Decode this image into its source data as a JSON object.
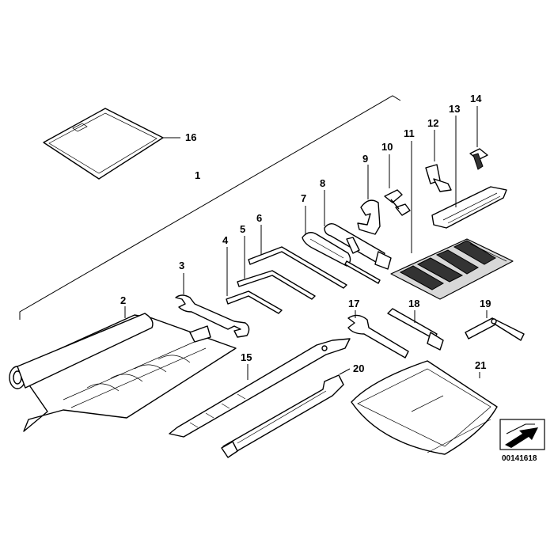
{
  "diagram": {
    "callouts": {
      "c1": "1",
      "c2": "2",
      "c3": "3",
      "c4": "4",
      "c5": "5",
      "c6": "6",
      "c7": "7",
      "c8": "8",
      "c9": "9",
      "c10": "10",
      "c11": "11",
      "c12": "12",
      "c13": "13",
      "c14": "14",
      "c15": "15",
      "c16": "16",
      "c17": "17",
      "c18": "18",
      "c19": "19",
      "c20": "20",
      "c21": "21"
    },
    "document_number": "00141618",
    "icons": {
      "corner_symbol": "arrow-direction-icon"
    }
  }
}
